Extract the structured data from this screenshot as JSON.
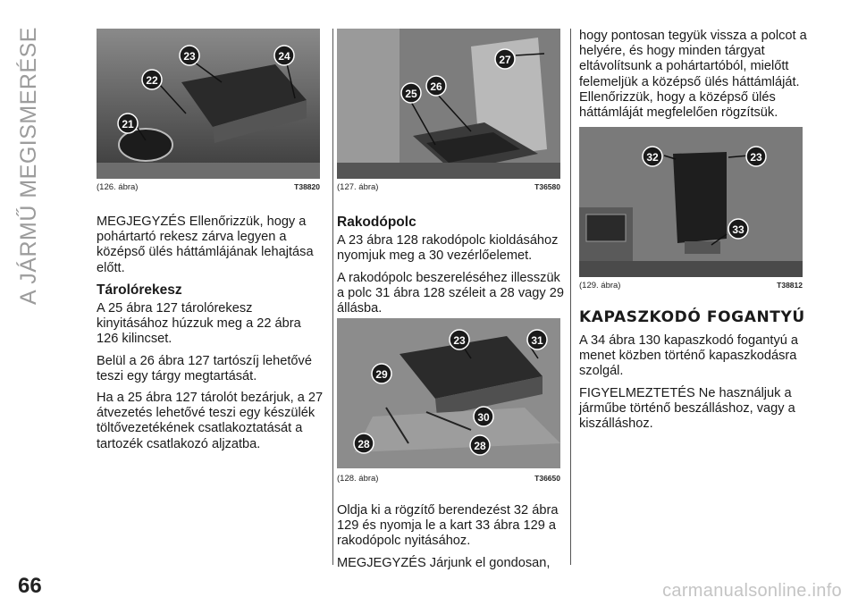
{
  "side_title": "A JÁRMŰ MEGISMERÉSE",
  "page_number": "66",
  "watermark": "carmanualsonline.info",
  "figures": [
    {
      "label": "(126. ábra)",
      "code": "T38820",
      "callouts": [
        "21",
        "22",
        "23",
        "24"
      ]
    },
    {
      "label": "(127. ábra)",
      "code": "T36580",
      "callouts": [
        "25",
        "26",
        "27"
      ]
    },
    {
      "label": "(128. ábra)",
      "code": "T36650",
      "callouts": [
        "23",
        "31",
        "29",
        "30",
        "28",
        "28"
      ]
    },
    {
      "label": "(129. ábra)",
      "code": "T38812",
      "callouts": [
        "32",
        "23",
        "33"
      ]
    }
  ],
  "col1": {
    "p1": "MEGJEGYZÉS Ellenőrizzük, hogy a pohártartó rekesz zárva legyen a középső ülés háttámlájának lehajtása előtt.",
    "h_storage": "Tárolórekesz",
    "p2": "A 25 ábra 127 tárolórekesz kinyitásához húzzuk meg a 22 ábra 126 kilincset.",
    "p3": "Belül a 26 ábra 127 tartószíj lehetővé teszi egy tárgy megtartását.",
    "p4": "Ha a 25 ábra 127 tárolót bezárjuk, a 27 átvezetés lehetővé teszi egy készülék töltővezetékének csatlakoztatását a tartozék csatlakozó aljzatba."
  },
  "col2": {
    "h_shelf": "Rakodópolc",
    "p1": "A 23 ábra 128 rakodópolc kioldásához nyomjuk meg a 30 vezérlőelemet.",
    "p2": "A rakodópolc beszereléséhez illesszük a polc 31 ábra 128 széleit a 28 vagy 29 állásba.",
    "p3": "Oldja ki a rögzítő berendezést 32 ábra 129 és nyomja le a kart 33 ábra 129 a rakodópolc nyitásához.",
    "p4": "MEGJEGYZÉS Járjunk el gondosan,"
  },
  "col3": {
    "p1": "hogy pontosan tegyük vissza a polcot a helyére, és hogy minden tárgyat eltávolítsunk a pohártartóból, mielőtt felemeljük a középső ülés háttámláját. Ellenőrizzük, hogy a középső ülés háttámláját megfelelően rögzítsük.",
    "h_grip": "KAPASZKODÓ FOGANTYÚ",
    "p2": "A 34 ábra 130 kapaszkodó fogantyú a menet közben történő kapaszkodásra szolgál.",
    "p3": "FIGYELMEZTETÉS Ne használjuk a járműbe történő beszálláshoz, vagy a kiszálláshoz."
  }
}
